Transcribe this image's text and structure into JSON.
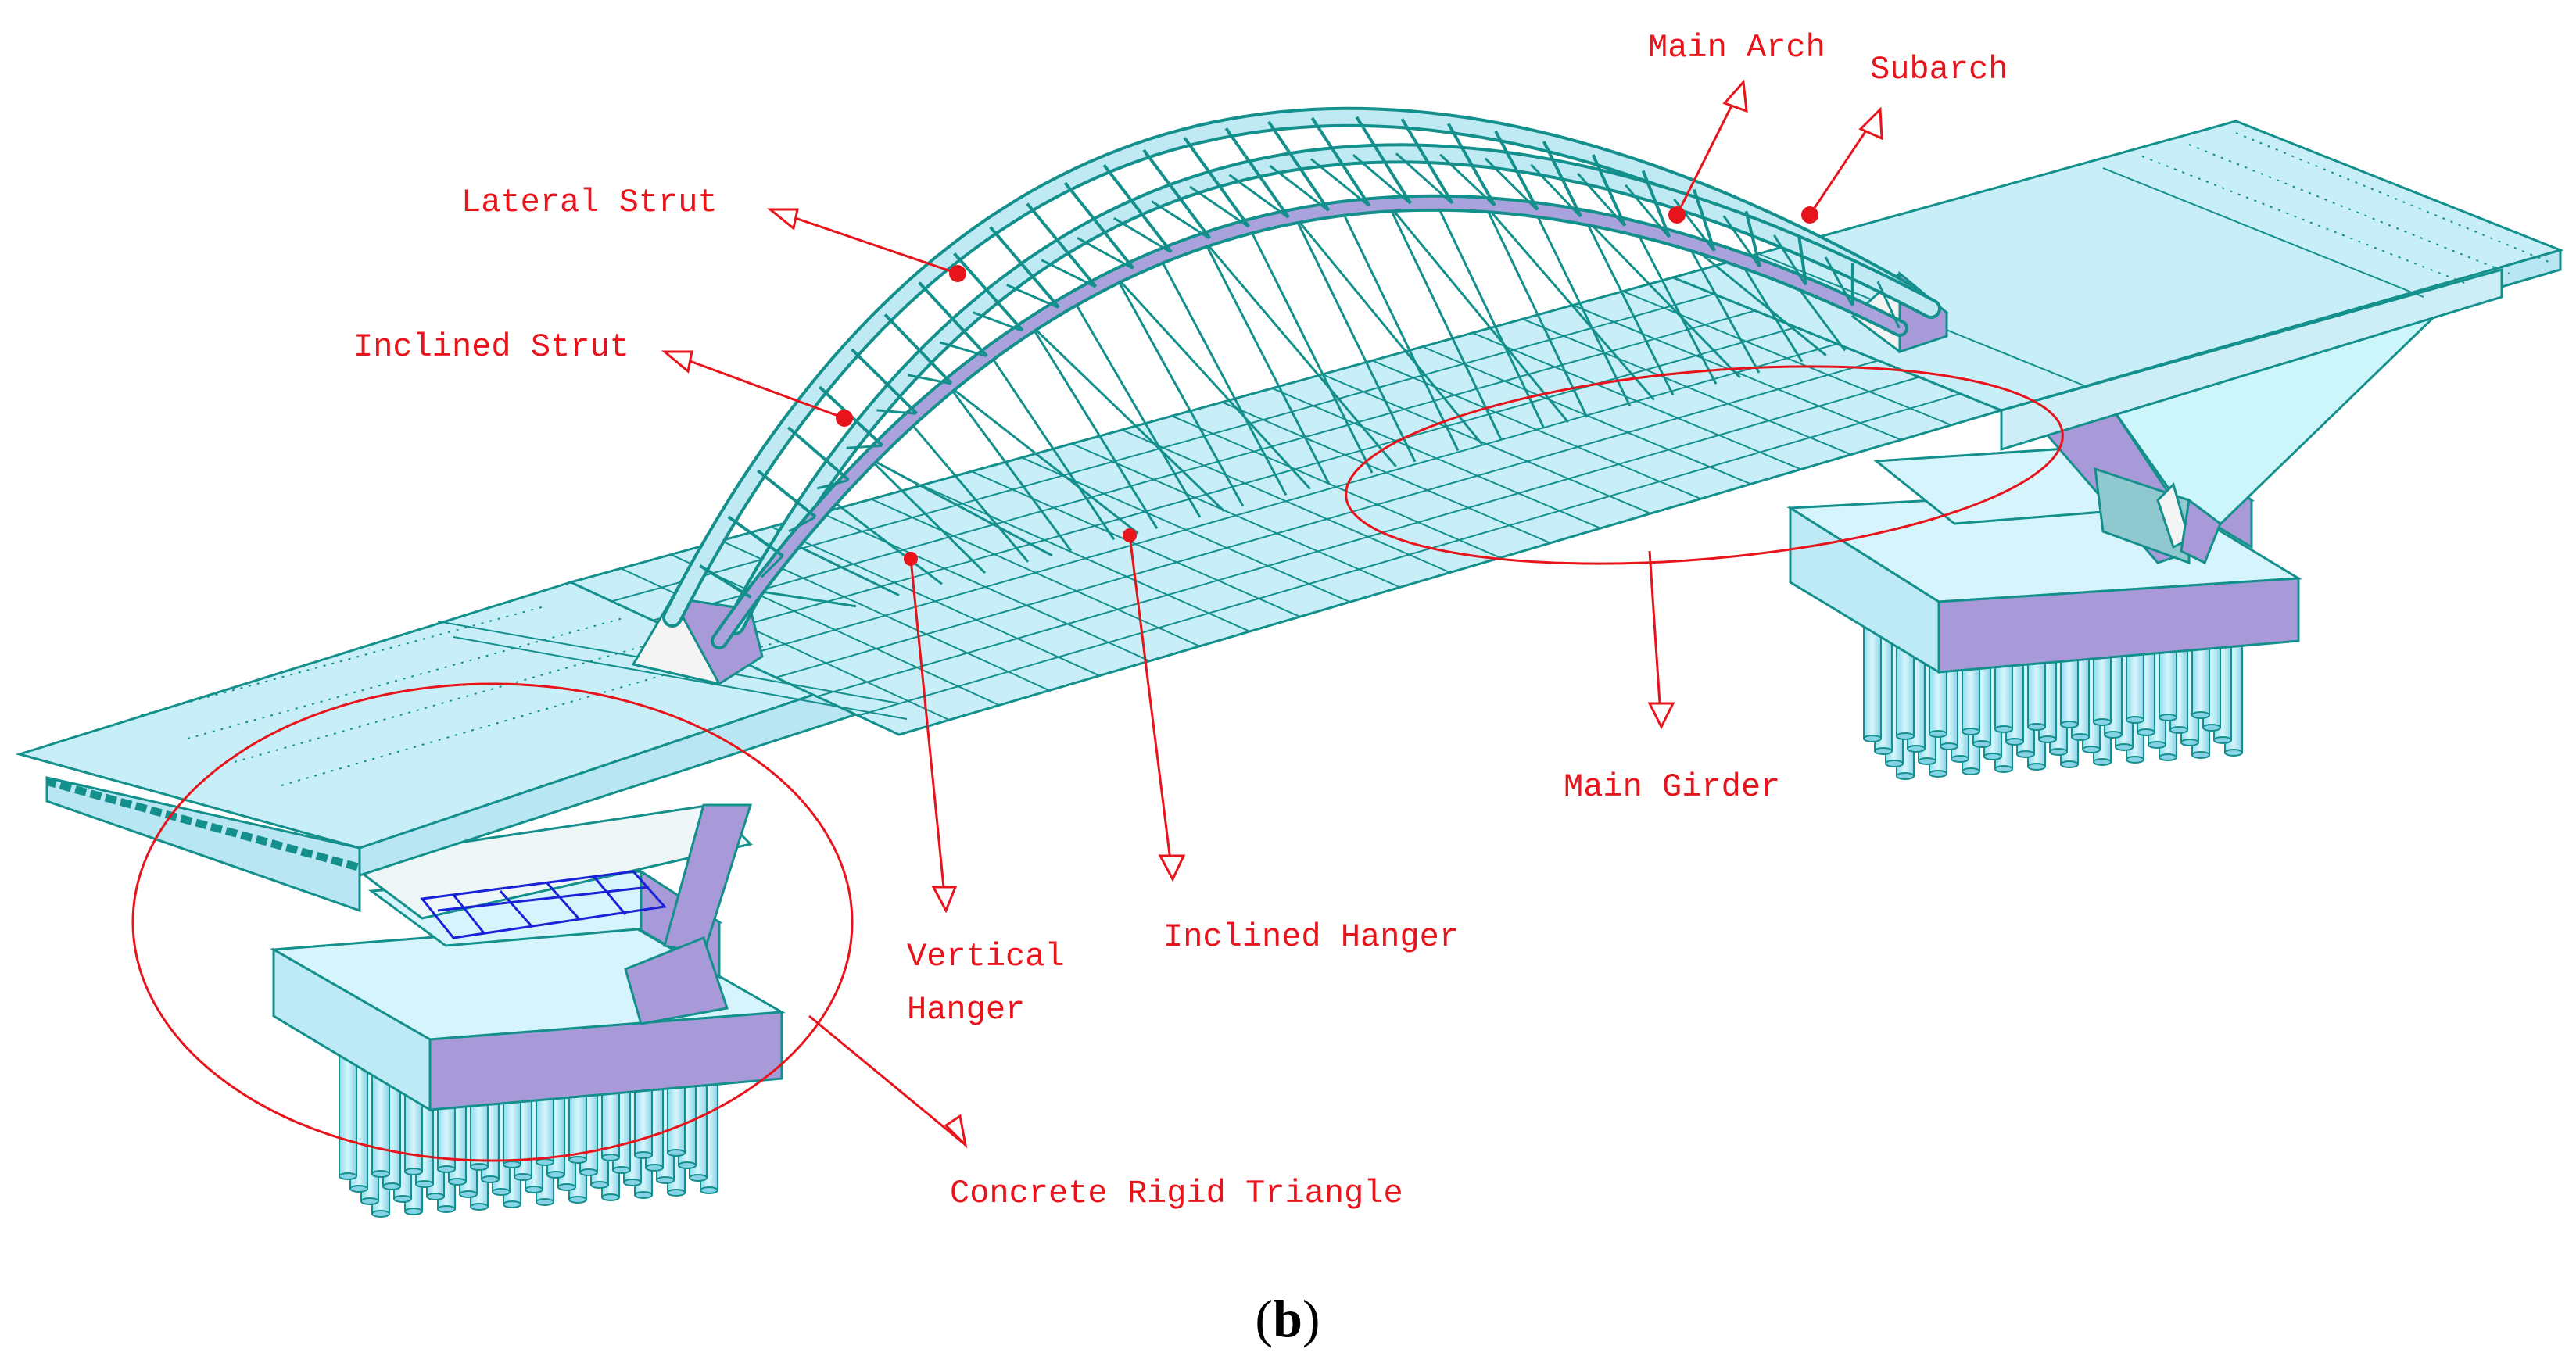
{
  "colors": {
    "label": "#e8141c",
    "model_line": "#14908c",
    "deck_fill": "#c8eef8",
    "pier_fill": "#a89ad8",
    "highlight": "#1a22d8"
  },
  "labels": {
    "main_arch": "Main Arch",
    "subarch": "Subarch",
    "lateral_strut": "Lateral Strut",
    "inclined_strut": "Inclined Strut",
    "main_girder": "Main Girder",
    "vertical_hanger_line1": "Vertical",
    "vertical_hanger_line2": "Hanger",
    "inclined_hanger": "Inclined Hanger",
    "concrete_rigid_triangle": "Concrete Rigid Triangle"
  },
  "caption": {
    "open": "(",
    "letter": "b",
    "close": ")"
  }
}
